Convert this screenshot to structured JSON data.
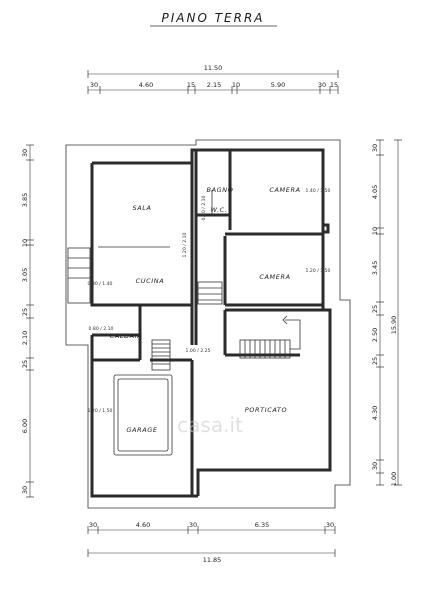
{
  "title": "PIANO TERRA",
  "rooms": {
    "sala": "SALA",
    "cucina": "CUCINA",
    "bagno": "BAGNO",
    "wc": "W.C.",
    "camera_top": "CAMERA",
    "camera_mid": "CAMERA",
    "caldaia": "CALDAIA",
    "garage": "GARAGE",
    "porticato": "PORTICATO"
  },
  "top_dims": {
    "total": "11.50",
    "segments": [
      "30",
      "4.60",
      "15",
      "2.15",
      "10",
      "5.90",
      "30",
      "15"
    ]
  },
  "bottom_dims": {
    "total": "11.85",
    "segments": [
      "30",
      "4.60",
      "30",
      "6.35",
      "30"
    ]
  },
  "left_dims": {
    "segments": [
      "30",
      "3.85",
      "10",
      "3.05",
      "25",
      "2.10",
      "25",
      "6.00",
      "30"
    ]
  },
  "right_dims": {
    "total": "15.90",
    "segments": [
      "30",
      "4.05",
      "10",
      "3.45",
      "25",
      "2.50",
      "25",
      "4.30",
      "30"
    ],
    "extra": "1.00"
  },
  "openings": {
    "sala_door": "1.20 / 2.10",
    "bagno_door": "0.80 / 2.10",
    "camera_top_window": "1.40 / 1.50",
    "camera_mid_window": "1.20 / 1.50",
    "cucina_window": "0.80 / 1.40",
    "caldaia_door": "0.80 / 2.10",
    "garage_window": "1.20 / 1.50",
    "stair_label": "1.00 / 2.25"
  },
  "watermark": "casa.it"
}
